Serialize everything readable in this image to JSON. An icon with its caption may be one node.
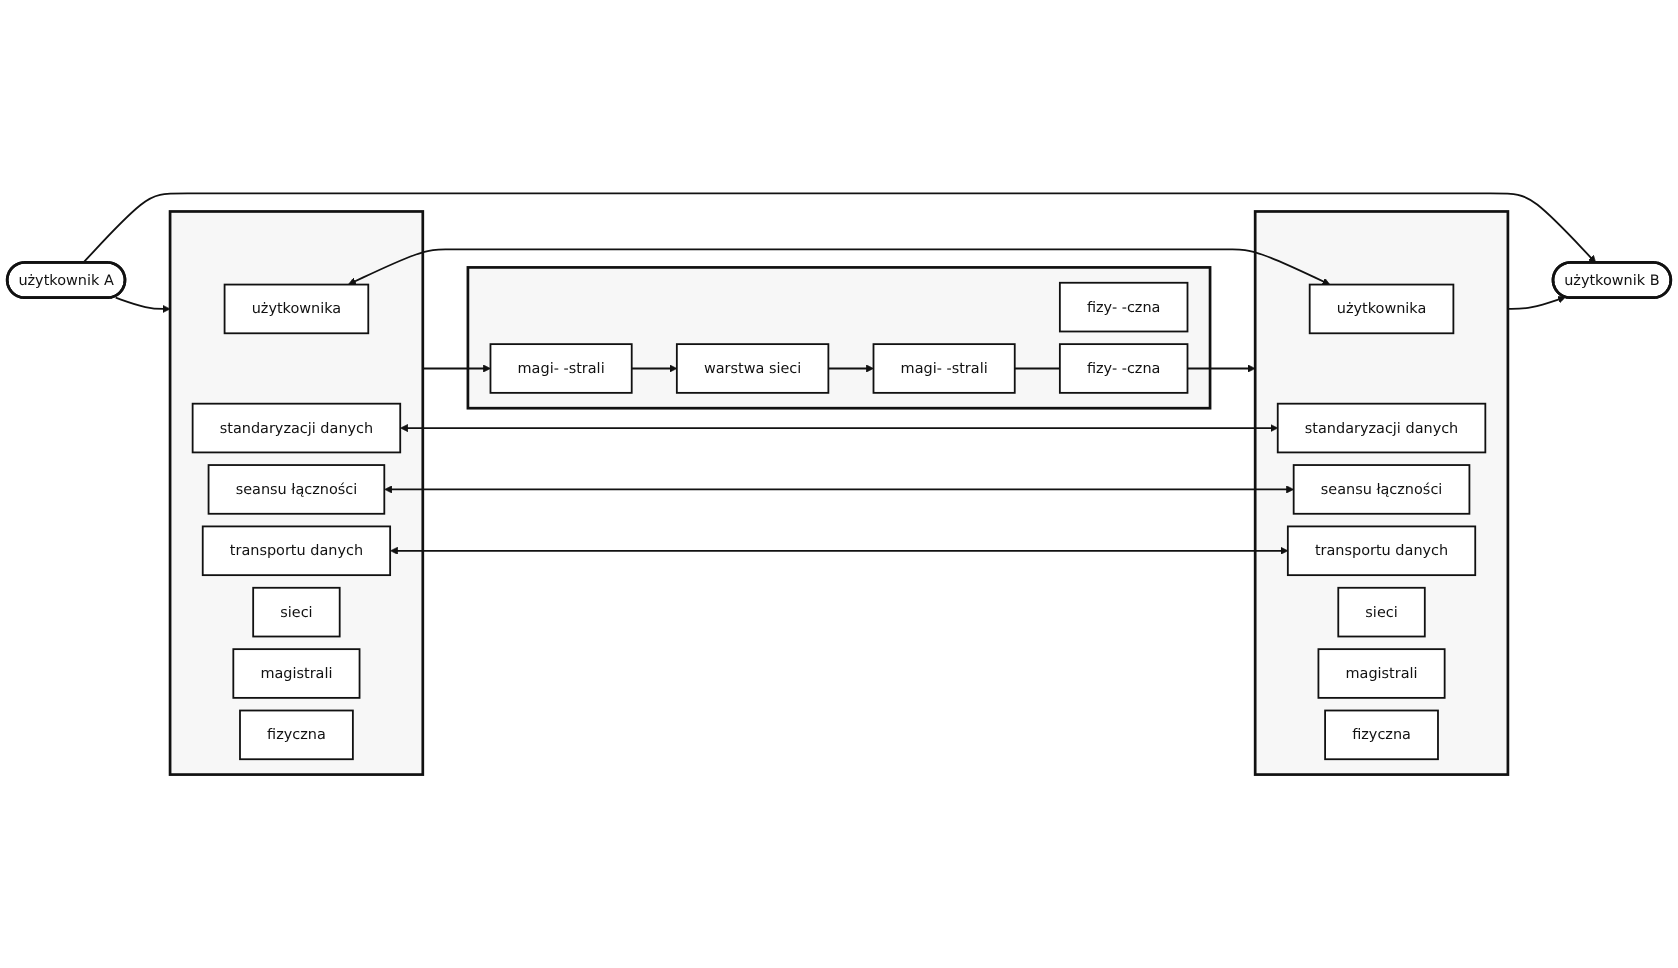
{
  "diagram": {
    "nodes": [
      {
        "text": [
          "użytkownik A"
        ]
      },
      {
        "text": [
          "użytkownik B"
        ]
      },
      {
        "text": [],
        "shape": "box"
      },
      {
        "text": [
          "użytkownika"
        ],
        "in": 2
      },
      {
        "text": [
          "standaryzacji danych"
        ],
        "in": 2
      },
      {
        "text": [
          "seansu łączności"
        ],
        "in": 2
      },
      {
        "text": [
          "transportu danych"
        ],
        "in": 2
      },
      {
        "text": [
          "sieci"
        ],
        "in": 2
      },
      {
        "text": [
          "magistrali"
        ],
        "in": 2
      },
      {
        "text": [
          "fizyczna"
        ],
        "in": 2
      },
      {
        "text": [],
        "shape": "box"
      },
      {
        "text": [
          "warstwa sieci"
        ],
        "in": 10
      },
      {
        "text": [
          "magi- -strali"
        ],
        "in": 10
      },
      {
        "text": [
          "magi- -strali"
        ],
        "in": 10
      },
      {
        "text": [
          "fizy- -czna"
        ],
        "in": 10
      },
      {
        "text": [
          "fizy- -czna"
        ],
        "in": 10
      },
      {
        "text": [],
        "shape": "box"
      },
      {
        "text": [
          "użytkownika"
        ],
        "in": 16
      },
      {
        "text": [
          "standaryzacji danych"
        ],
        "in": 16
      },
      {
        "text": [
          "seansu łączności"
        ],
        "in": 16
      },
      {
        "text": [
          "transportu danych"
        ],
        "in": 16
      },
      {
        "text": [
          "sieci"
        ],
        "in": 16
      },
      {
        "text": [
          "magistrali"
        ],
        "in": 16
      },
      {
        "text": [
          "fizyczna"
        ],
        "in": 16
      }
    ],
    "edges": [
      {
        "from": 0,
        "to": 1,
        "arrow": "to"
      },
      {
        "from": 0,
        "to": 2,
        "arrow": "to"
      },
      {
        "from": 3,
        "to": 17,
        "arrow": "both"
      },
      {
        "from": 4,
        "to": 18,
        "arrow": "both"
      },
      {
        "from": 5,
        "to": 19,
        "arrow": "both"
      },
      {
        "from": 6,
        "to": 20,
        "arrow": "both"
      },
      {
        "from": 2,
        "to": 12,
        "arrow": "to"
      },
      {
        "from": 12,
        "to": 11,
        "arrow": "to"
      },
      {
        "from": 11,
        "to": 13,
        "arrow": "to"
      },
      {
        "from": 13,
        "to": 15,
        "arrow": "none"
      },
      {
        "from": 15,
        "to": 16,
        "arrow": "to"
      },
      {
        "from": 16,
        "to": 1,
        "arrow": "to"
      }
    ]
  }
}
